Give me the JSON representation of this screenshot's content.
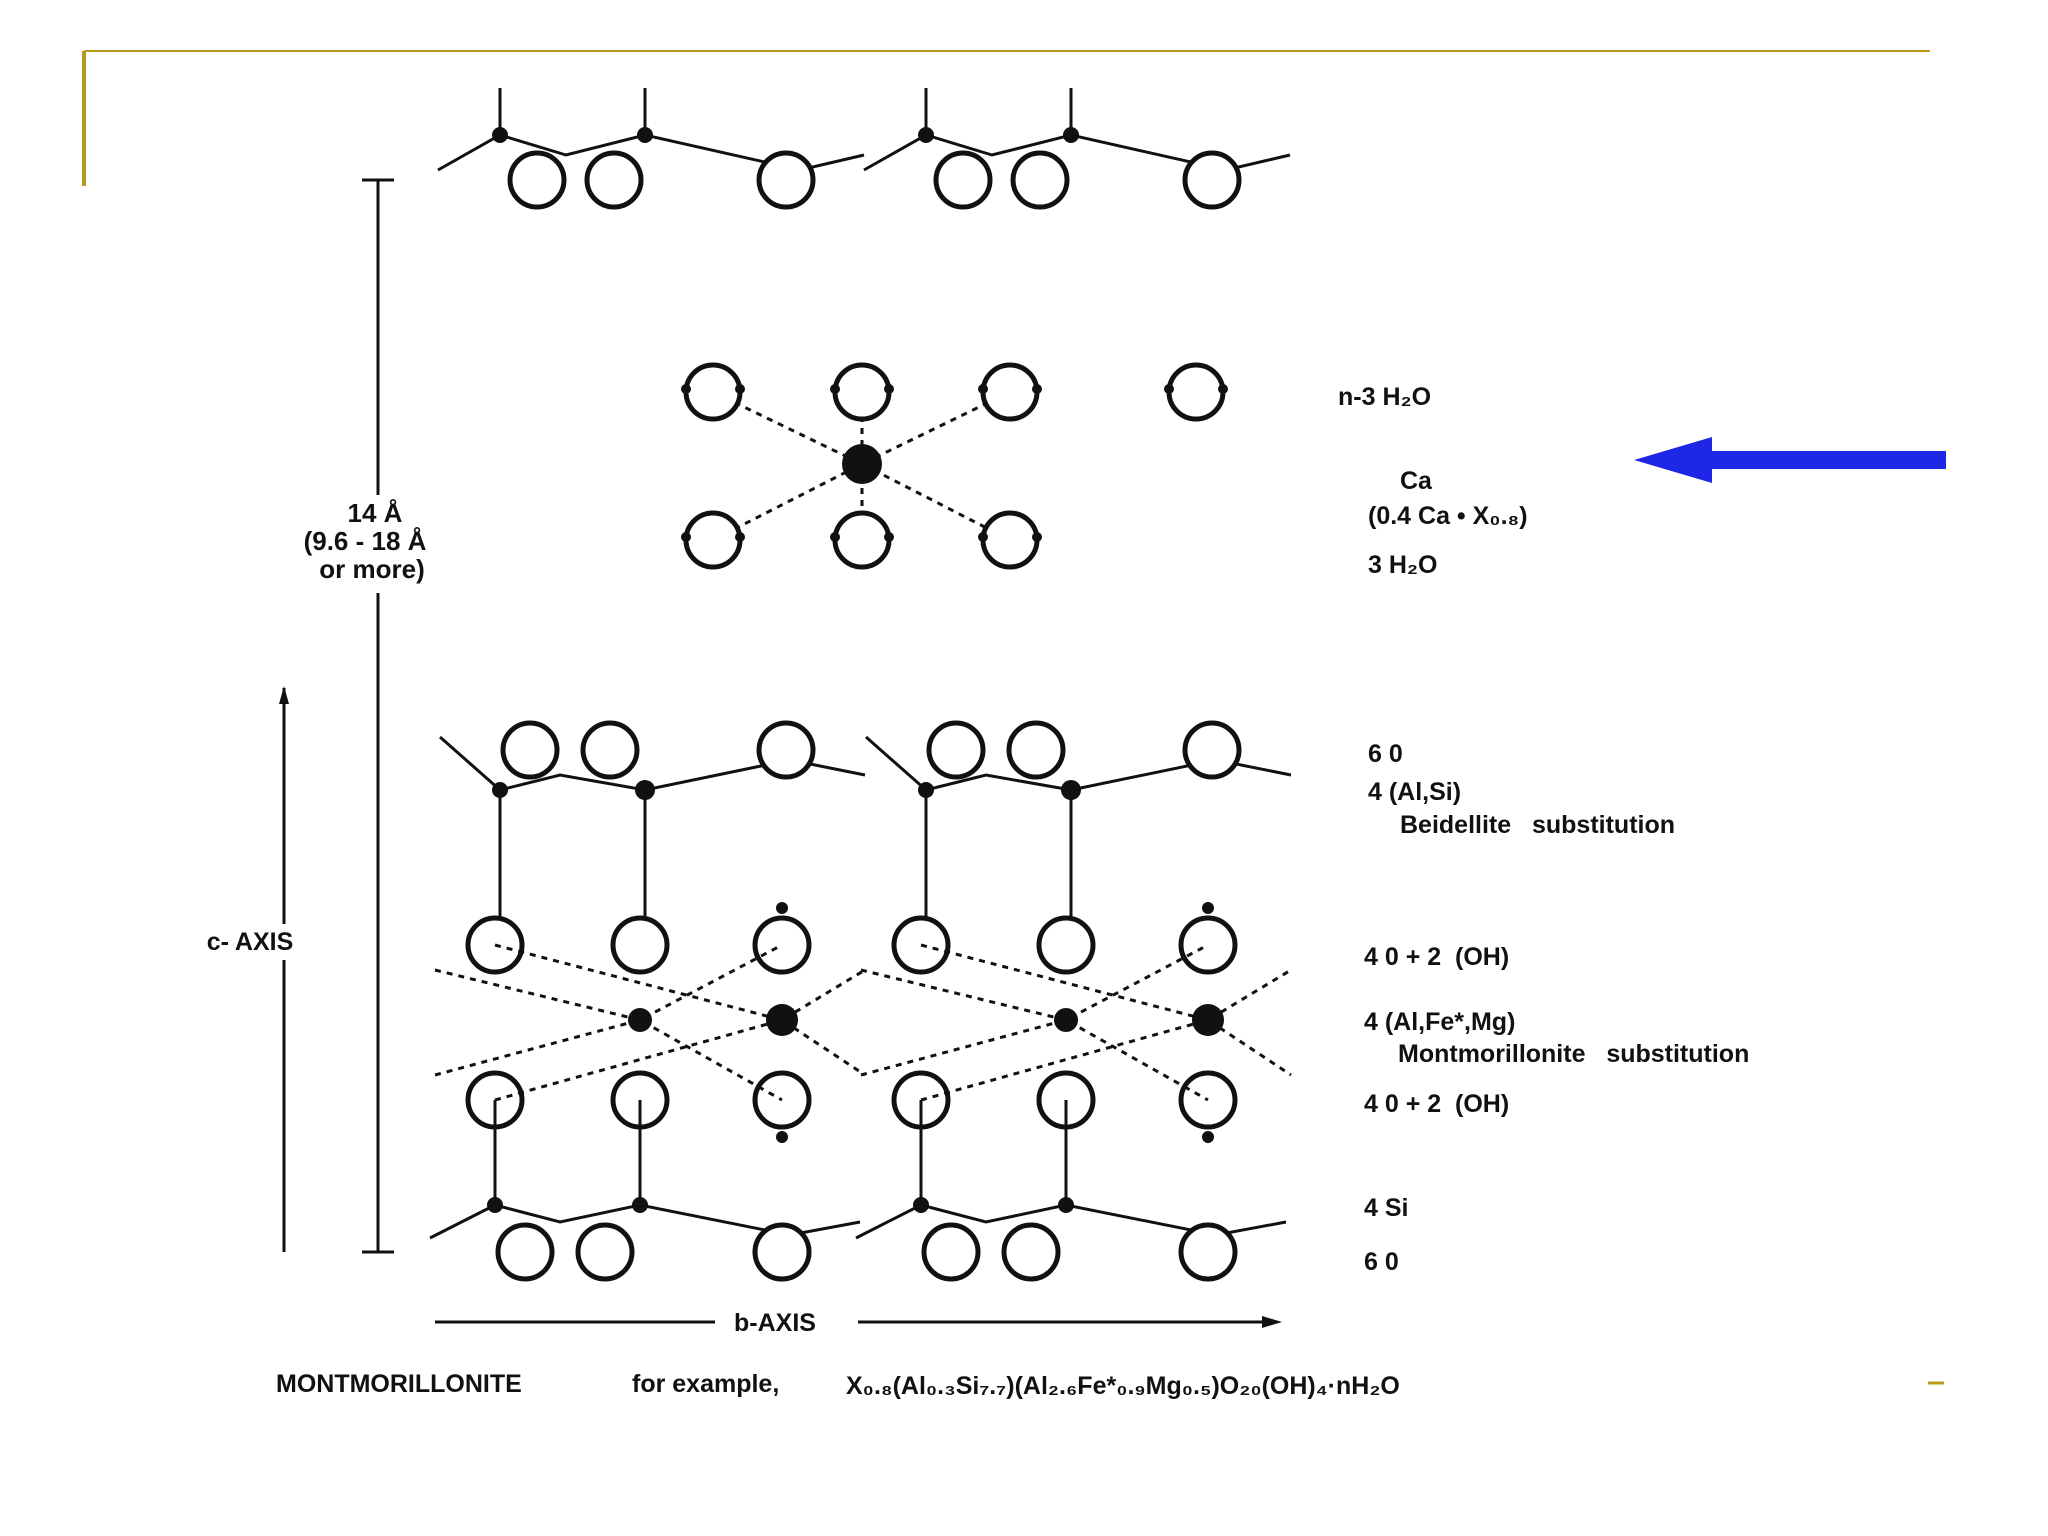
{
  "colors": {
    "slide_accent": "#b99a1e",
    "arrow": "#1f27e6",
    "ink": "#111111"
  },
  "labels": {
    "n3h2o": "n-3 H₂O",
    "ca": "Ca",
    "ca_detail": "(0.4 Ca • X₀.₈)",
    "h2o3": "3 H₂O",
    "o6_top": "6 0",
    "alsi": "4 (Al,Si)",
    "beidellite": "Beidellite   substitution",
    "o4oh_top": "4 0 + 2  (OH)",
    "alfemg": "4 (Al,Fe*,Mg)",
    "montmorillonite_sub": "Montmorillonite   substitution",
    "o4oh_bottom": "4 0 + 2  (OH)",
    "si4": "4 Si",
    "o6_bottom": "6 0"
  },
  "dimension": {
    "line1": "14 Å",
    "line2": "(9.6 - 18 Å",
    "line3": "or more)"
  },
  "axes": {
    "c_axis": "c- AXIS",
    "b_axis": "b-AXIS"
  },
  "caption": {
    "name": "MONTMORILLONITE",
    "example": "for example,",
    "formula": "X₀.₈(Al₀.₃Si₇.₇)(Al₂.₆Fe*₀.₉Mg₀.₅)O₂₀(OH)₄·nH₂O"
  }
}
